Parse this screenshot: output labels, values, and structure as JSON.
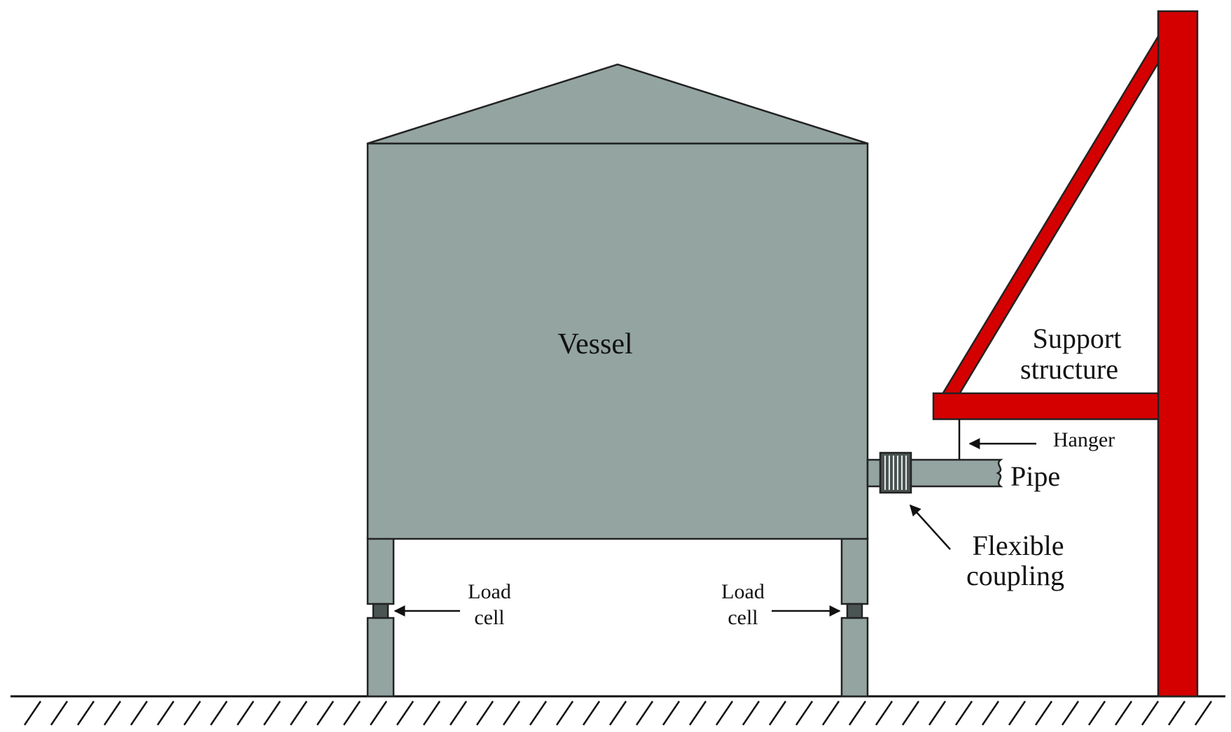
{
  "labels": {
    "vessel": "Vessel",
    "support_line1": "Support",
    "support_line2": "structure",
    "hanger": "Hanger",
    "pipe": "Pipe",
    "coupling_line1": "Flexible",
    "coupling_line2": "coupling",
    "loadcell_left_line1": "Load",
    "loadcell_left_line2": "cell",
    "loadcell_right_line1": "Load",
    "loadcell_right_line2": "cell"
  },
  "colors": {
    "vessel": "#93a4a1",
    "structure": "#d40000",
    "outline": "#222222",
    "loadcell": "#4a5553",
    "background": "#ffffff"
  }
}
